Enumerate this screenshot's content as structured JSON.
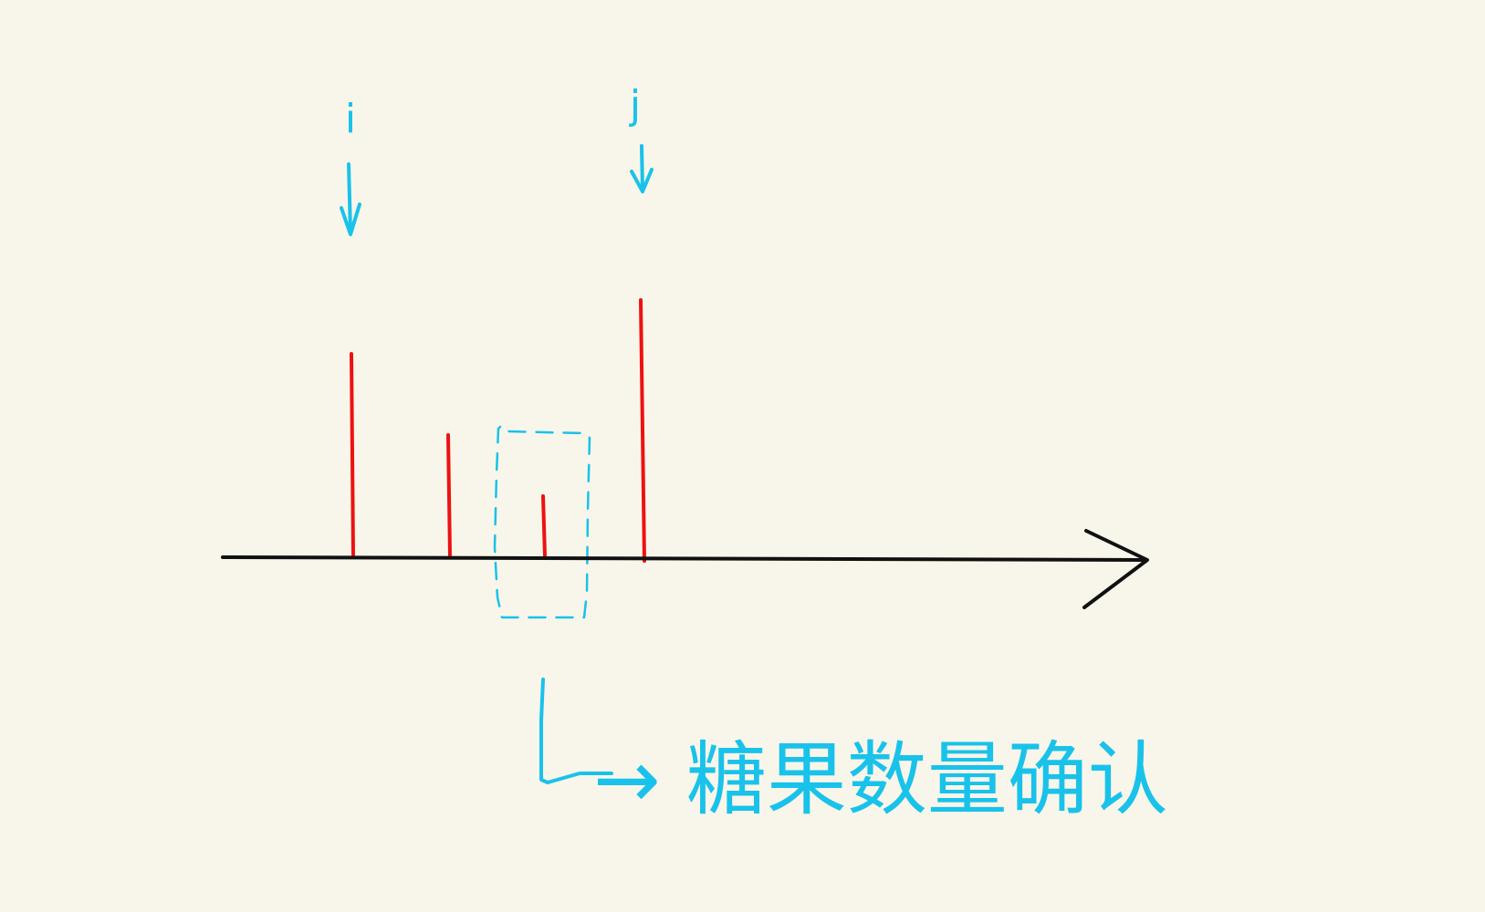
{
  "colors": {
    "background": "#f8f6ea",
    "bars": "#ee1111",
    "pointers": "#19c2ea",
    "axis": "#111111"
  },
  "pointers": [
    {
      "label": "i"
    },
    {
      "label": "j"
    }
  ],
  "bars": {
    "heights": [
      10,
      6,
      3,
      13
    ]
  },
  "annotation": {
    "text": "→ 糖果数量确认"
  }
}
